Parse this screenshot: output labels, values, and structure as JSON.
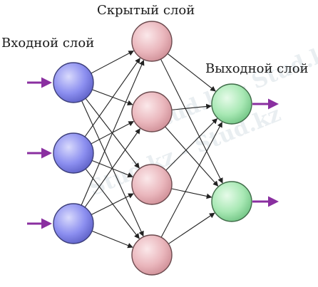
{
  "labels": {
    "input": "Входной слой",
    "hidden": "Скрытый слой",
    "output": "Выходной слой"
  },
  "watermark": "Stud.kz - Stud.kz",
  "network": {
    "input_count": 3,
    "hidden_count": 4,
    "output_count": 2,
    "colors": {
      "input_fill": "#8c8ff0",
      "input_stroke": "#3d3f7a",
      "hidden_fill": "#eab7bd",
      "hidden_stroke": "#6b4a4e",
      "output_fill": "#a8e8b4",
      "output_stroke": "#3f6b48",
      "arrow_in_out": "#8a2fa0",
      "edge": "#222222"
    }
  }
}
